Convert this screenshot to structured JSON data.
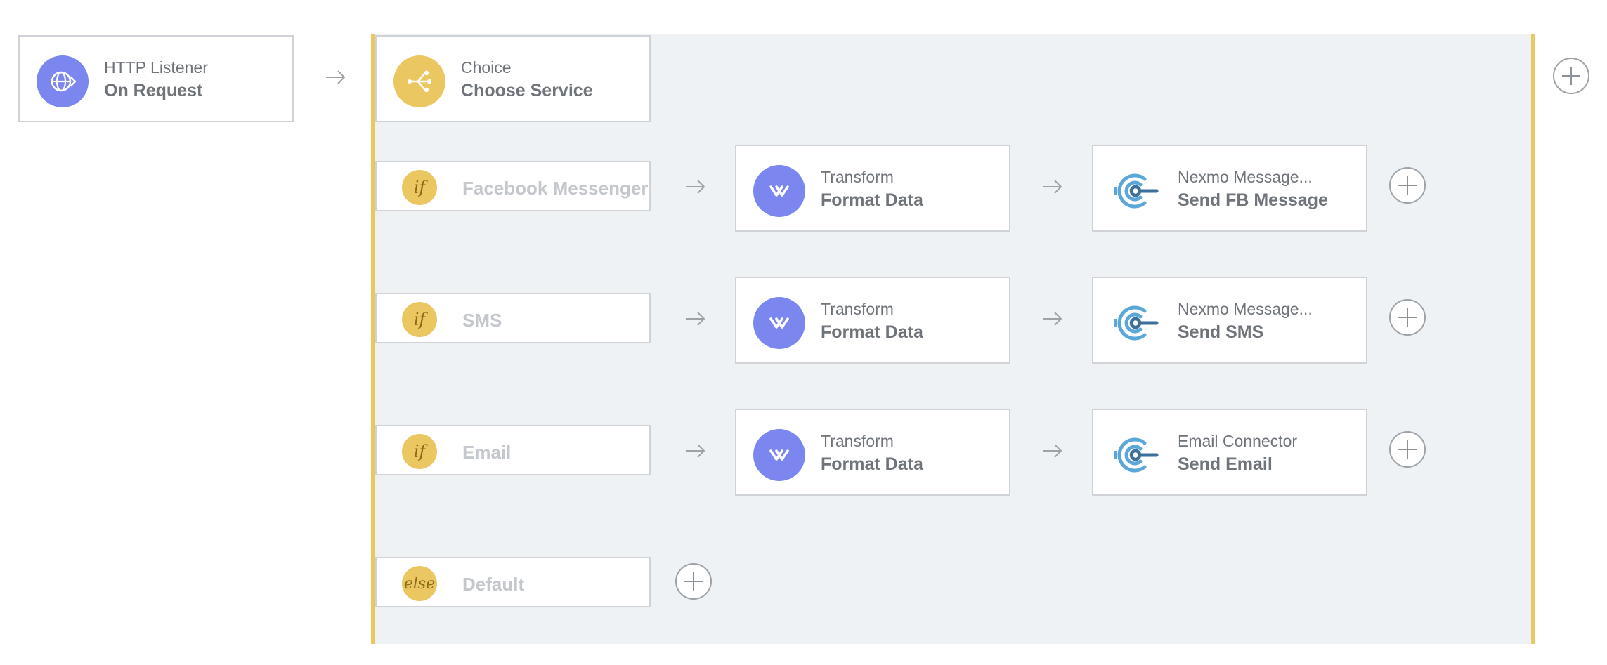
{
  "trigger": {
    "type": "HTTP Listener",
    "name": "On Request",
    "icon": "globe-icon"
  },
  "choice": {
    "type": "Choice",
    "name": "Choose Service",
    "icon": "branch-icon"
  },
  "routes": [
    {
      "badge": "if",
      "condition": "Facebook Messenger",
      "steps": [
        {
          "type": "Transform",
          "name": "Format Data",
          "icon": "transform-icon"
        },
        {
          "type": "Nexmo Message...",
          "name": "Send FB Message",
          "icon": "connector-icon"
        }
      ]
    },
    {
      "badge": "if",
      "condition": "SMS",
      "steps": [
        {
          "type": "Transform",
          "name": "Format Data",
          "icon": "transform-icon"
        },
        {
          "type": "Nexmo Message...",
          "name": "Send SMS",
          "icon": "connector-icon"
        }
      ]
    },
    {
      "badge": "if",
      "condition": "Email",
      "steps": [
        {
          "type": "Transform",
          "name": "Format Data",
          "icon": "transform-icon"
        },
        {
          "type": "Email Connector",
          "name": "Send Email",
          "icon": "connector-icon"
        }
      ]
    }
  ],
  "default_route": {
    "badge": "else",
    "condition": "Default"
  },
  "colors": {
    "accent_gold": "#ebc762",
    "accent_blue": "#7b87ee",
    "connector_blue": "#5aa7d8",
    "region_bg": "#eff2f5"
  }
}
